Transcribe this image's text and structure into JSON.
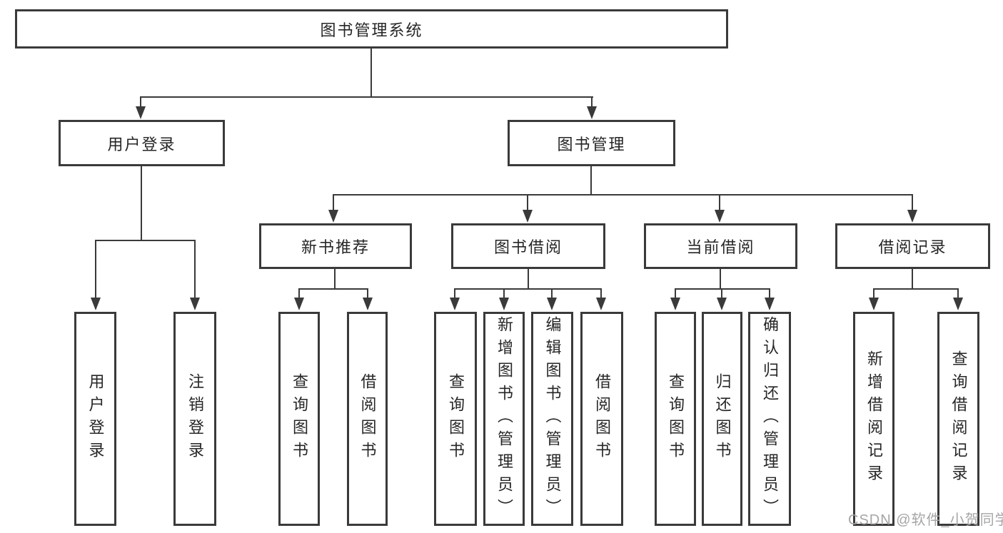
{
  "tree": {
    "label": "图书管理系统",
    "children": [
      {
        "label": "用户登录",
        "children": [
          {
            "label": "用户登录"
          },
          {
            "label": "注销登录"
          }
        ]
      },
      {
        "label": "图书管理",
        "children": [
          {
            "label": "新书推荐",
            "children": [
              {
                "label": "查询图书"
              },
              {
                "label": "借阅图书"
              }
            ]
          },
          {
            "label": "图书借阅",
            "children": [
              {
                "label": "查询图书"
              },
              {
                "label": "新增图书（管理员）"
              },
              {
                "label": "编辑图书（管理员）"
              },
              {
                "label": "借阅图书"
              }
            ]
          },
          {
            "label": "当前借阅",
            "children": [
              {
                "label": "查询图书"
              },
              {
                "label": "归还图书"
              },
              {
                "label": "确认归还（管理员）"
              }
            ]
          },
          {
            "label": "借阅记录",
            "children": [
              {
                "label": "新增借阅记录"
              },
              {
                "label": "查询借阅记录"
              }
            ]
          }
        ]
      }
    ]
  },
  "watermark": {
    "text": "CSDN @软件_小贺同学"
  },
  "colors": {
    "line": "#3a3a3a",
    "box_border": "#3a3a3a",
    "box_background": "#ffffff",
    "text": "#262626",
    "watermark": "#a6a6a6"
  }
}
